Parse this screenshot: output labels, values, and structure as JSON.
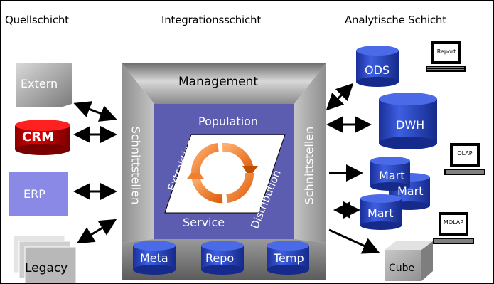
{
  "headers": {
    "source": "Quellschicht",
    "integration": "Integrationsschicht",
    "analytic": "Analytische Schicht"
  },
  "sources": {
    "extern": "Extern",
    "crm": "CRM",
    "erp": "ERP",
    "legacy": "Legacy"
  },
  "integration": {
    "management": "Management",
    "interfaces_left": "Schnittstellen",
    "interfaces_right": "Schnittstellen",
    "population": "Population",
    "extraction": "Extraktion",
    "distribution": "Distribution",
    "service": "Service",
    "meta": "Meta",
    "repo": "Repo",
    "temp": "Temp"
  },
  "targets": {
    "ods": "ODS",
    "dwh": "DWH",
    "mart1": "Mart",
    "mart2": "Mart",
    "mart3": "Mart",
    "cube": "Cube"
  },
  "clients": {
    "report": "Report",
    "olap": "OLAP",
    "molap": "MOLAP"
  },
  "colors": {
    "db_blue": "#1f3fbf",
    "crm_red": "#c00000",
    "frame_gray": "#a0a0a0",
    "center_purple": "#5a5aa8",
    "erp_fill": "#8a8ae6"
  }
}
